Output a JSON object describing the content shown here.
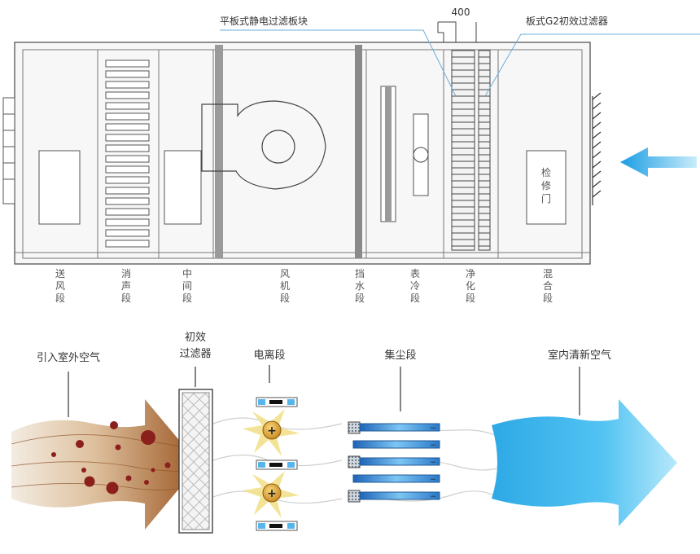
{
  "top": {
    "dimension": "400",
    "callout_esp": "平板式静电过滤板块",
    "callout_g2": "板式G2初效过滤器",
    "door": "检修门",
    "sections": [
      "送风段",
      "消声段",
      "中间段",
      "风机段",
      "挡水段",
      "表冷段",
      "净化段",
      "混合段"
    ]
  },
  "bottom": {
    "outdoor_air": "引入室外空气",
    "prefilter_line1": "初效",
    "prefilter_line2": "过滤器",
    "ionization": "电离段",
    "collection": "集尘段",
    "clean_air": "室内清新空气",
    "plus_sign": "+",
    "minus_sign": "−"
  },
  "colors": {
    "accent_blue": "#2aa4e8",
    "dirty_air": "#a5602a",
    "clean_air": "#36b6ee",
    "gold": "#d6a23a"
  }
}
